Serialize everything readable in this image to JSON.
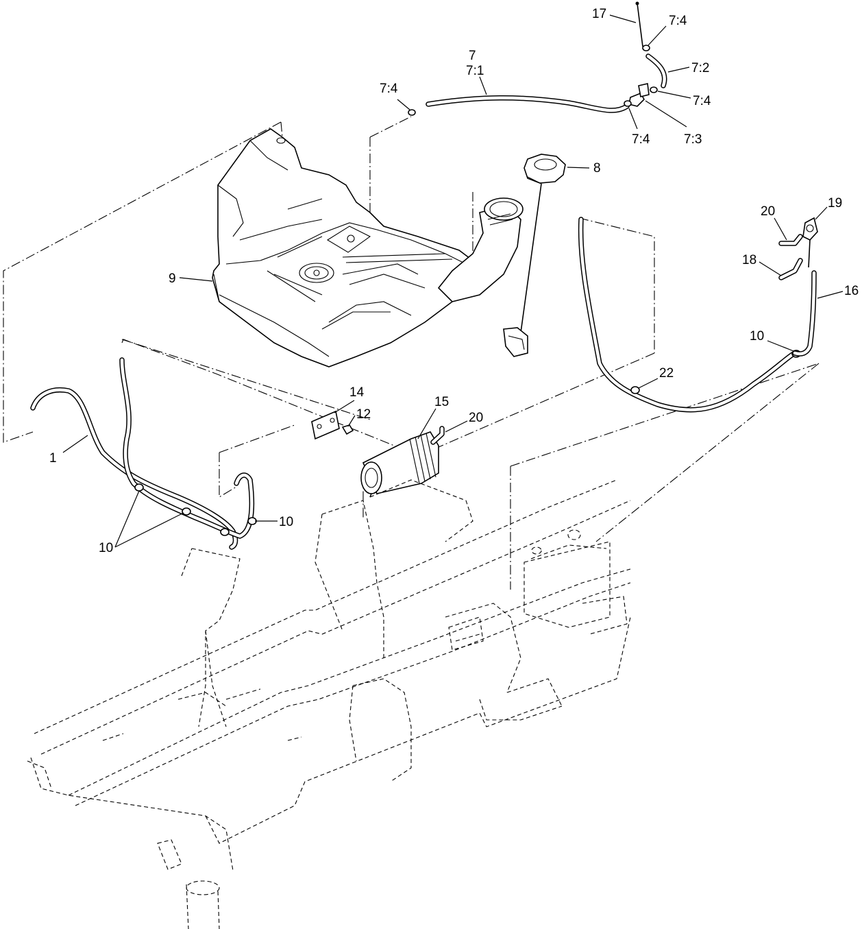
{
  "callouts": [
    {
      "id": "c-17",
      "text": "17"
    },
    {
      "id": "c-7-4-a",
      "text": "7:4"
    },
    {
      "id": "c-7",
      "text": "7"
    },
    {
      "id": "c-7-1",
      "text": "7:1"
    },
    {
      "id": "c-7-2",
      "text": "7:2"
    },
    {
      "id": "c-7-4-b",
      "text": "7:4"
    },
    {
      "id": "c-7-4-c",
      "text": "7:4"
    },
    {
      "id": "c-7-4-d",
      "text": "7:4"
    },
    {
      "id": "c-7-3",
      "text": "7:3"
    },
    {
      "id": "c-8",
      "text": "8"
    },
    {
      "id": "c-9",
      "text": "9"
    },
    {
      "id": "c-20-a",
      "text": "20"
    },
    {
      "id": "c-19",
      "text": "19"
    },
    {
      "id": "c-18",
      "text": "18"
    },
    {
      "id": "c-16",
      "text": "16"
    },
    {
      "id": "c-10-a",
      "text": "10"
    },
    {
      "id": "c-22",
      "text": "22"
    },
    {
      "id": "c-14",
      "text": "14"
    },
    {
      "id": "c-12",
      "text": "12"
    },
    {
      "id": "c-15",
      "text": "15"
    },
    {
      "id": "c-20-b",
      "text": "20"
    },
    {
      "id": "c-1",
      "text": "1"
    },
    {
      "id": "c-10-b",
      "text": "10"
    },
    {
      "id": "c-10-c",
      "text": "10"
    }
  ]
}
